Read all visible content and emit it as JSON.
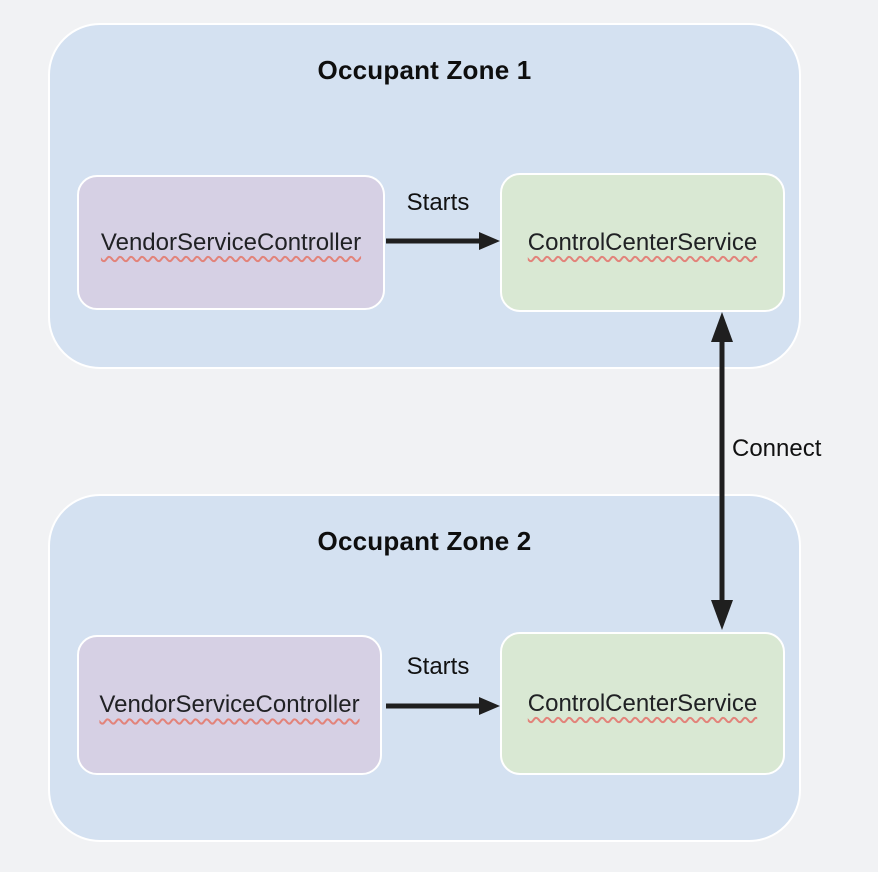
{
  "diagram": {
    "zones": [
      {
        "title": "Occupant Zone 1",
        "vendor_node": "VendorServiceController",
        "control_node": "ControlCenterService",
        "starts_label": "Starts"
      },
      {
        "title": "Occupant Zone 2",
        "vendor_node": "VendorServiceController",
        "control_node": "ControlCenterService",
        "starts_label": "Starts"
      }
    ],
    "connect_label": "Connect",
    "colors": {
      "page_background": "#f1f2f4",
      "zone_fill": "#d4e1f1",
      "vendor_fill": "#d6d0e4",
      "control_fill": "#d9e8d3",
      "node_border": "#ffffff",
      "arrow": "#1f1f1f",
      "text": "#202124",
      "squiggle": "#e2837a"
    }
  }
}
